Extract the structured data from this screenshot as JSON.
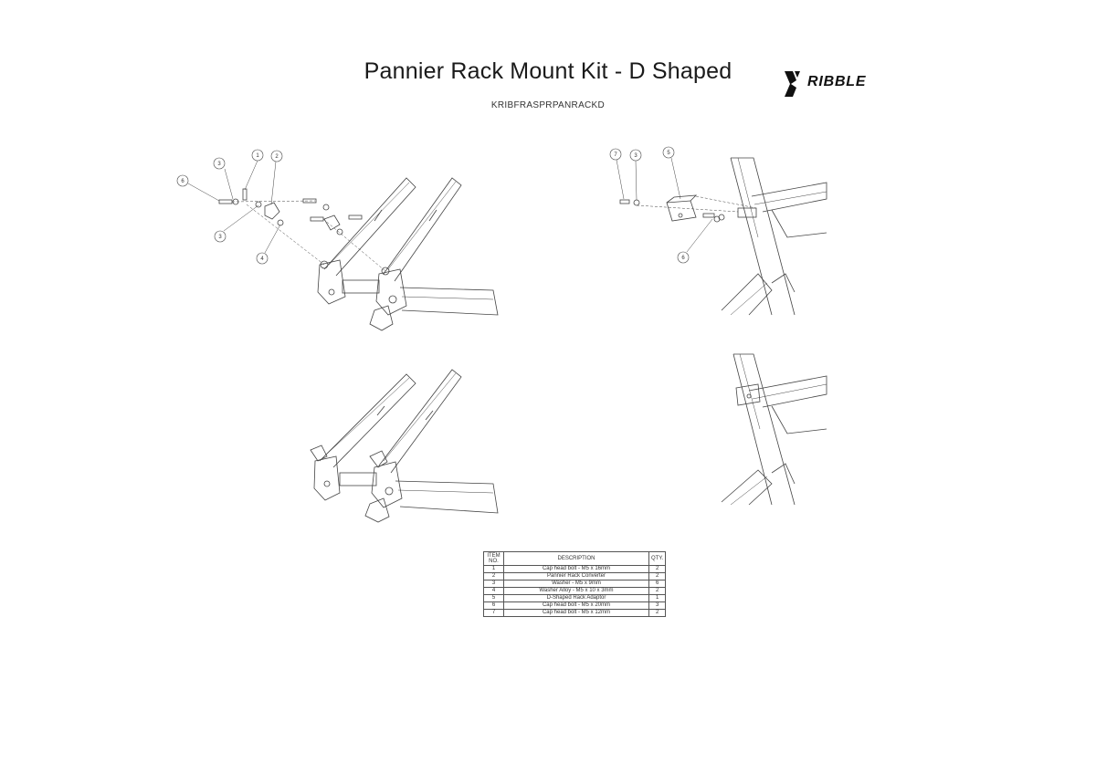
{
  "header": {
    "title": "Pannier Rack Mount Kit - D Shaped",
    "part_number": "KRIBFRASPRPANRACKD",
    "logo_text": "RIBBLE"
  },
  "callouts": {
    "view1": [
      "3",
      "1",
      "2",
      "6",
      "3",
      "4"
    ],
    "view2": [
      "7",
      "3",
      "5",
      "6"
    ]
  },
  "bom": {
    "headers": {
      "item": "ITEM NO.",
      "description": "DESCRIPTION",
      "qty": "QTY."
    },
    "rows": [
      {
        "item": "1",
        "description": "Cap head bolt - M5 x 16mm",
        "qty": "2"
      },
      {
        "item": "2",
        "description": "Pannier Rack Converter",
        "qty": "2"
      },
      {
        "item": "3",
        "description": "Washer - M5 x 9mm",
        "qty": "6"
      },
      {
        "item": "4",
        "description": "Washer Alloy - M5 x 10 x 3mm",
        "qty": "2"
      },
      {
        "item": "5",
        "description": "D-Shaped Rack Adaptor",
        "qty": "1"
      },
      {
        "item": "6",
        "description": "Cap head bolt - M5 x 20mm",
        "qty": "3"
      },
      {
        "item": "7",
        "description": "Cap head bolt - M5 x 12mm",
        "qty": "2"
      }
    ]
  }
}
